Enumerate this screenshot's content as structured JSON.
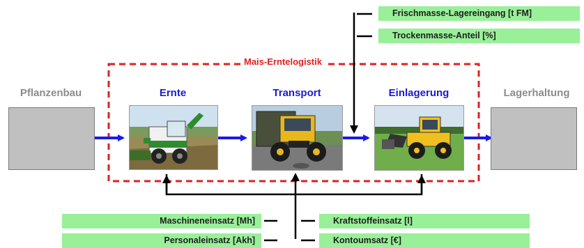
{
  "boundary": {
    "label": "Mais-Erntelogistik",
    "color": "#e02020"
  },
  "left_block": {
    "label": "Pflanzenbau"
  },
  "right_block": {
    "label": "Lagerhaltung"
  },
  "stages": [
    {
      "label": "Ernte",
      "photo": "forage-harvester-photo"
    },
    {
      "label": "Transport",
      "photo": "tractor-trailer-photo"
    },
    {
      "label": "Einlagerung",
      "photo": "wheel-loader-photo"
    }
  ],
  "top_indicators": [
    {
      "label": "Frischmasse-Lagereingang [t FM]"
    },
    {
      "label": "Trockenmasse-Anteil [%]"
    }
  ],
  "bottom_left_indicators": [
    {
      "label": "Maschineneinsatz [Mh]"
    },
    {
      "label": "Personaleinsatz [Akh]"
    }
  ],
  "bottom_right_indicators": [
    {
      "label": "Kraftstoffeinsatz [l]"
    },
    {
      "label": "Kontoumsatz [€]"
    }
  ],
  "colors": {
    "flow_arrow": "#1a1ae6",
    "indicator_fill": "#99f099",
    "gray_block": "#c0c0c0",
    "stage_title": "#1a1ad0"
  }
}
